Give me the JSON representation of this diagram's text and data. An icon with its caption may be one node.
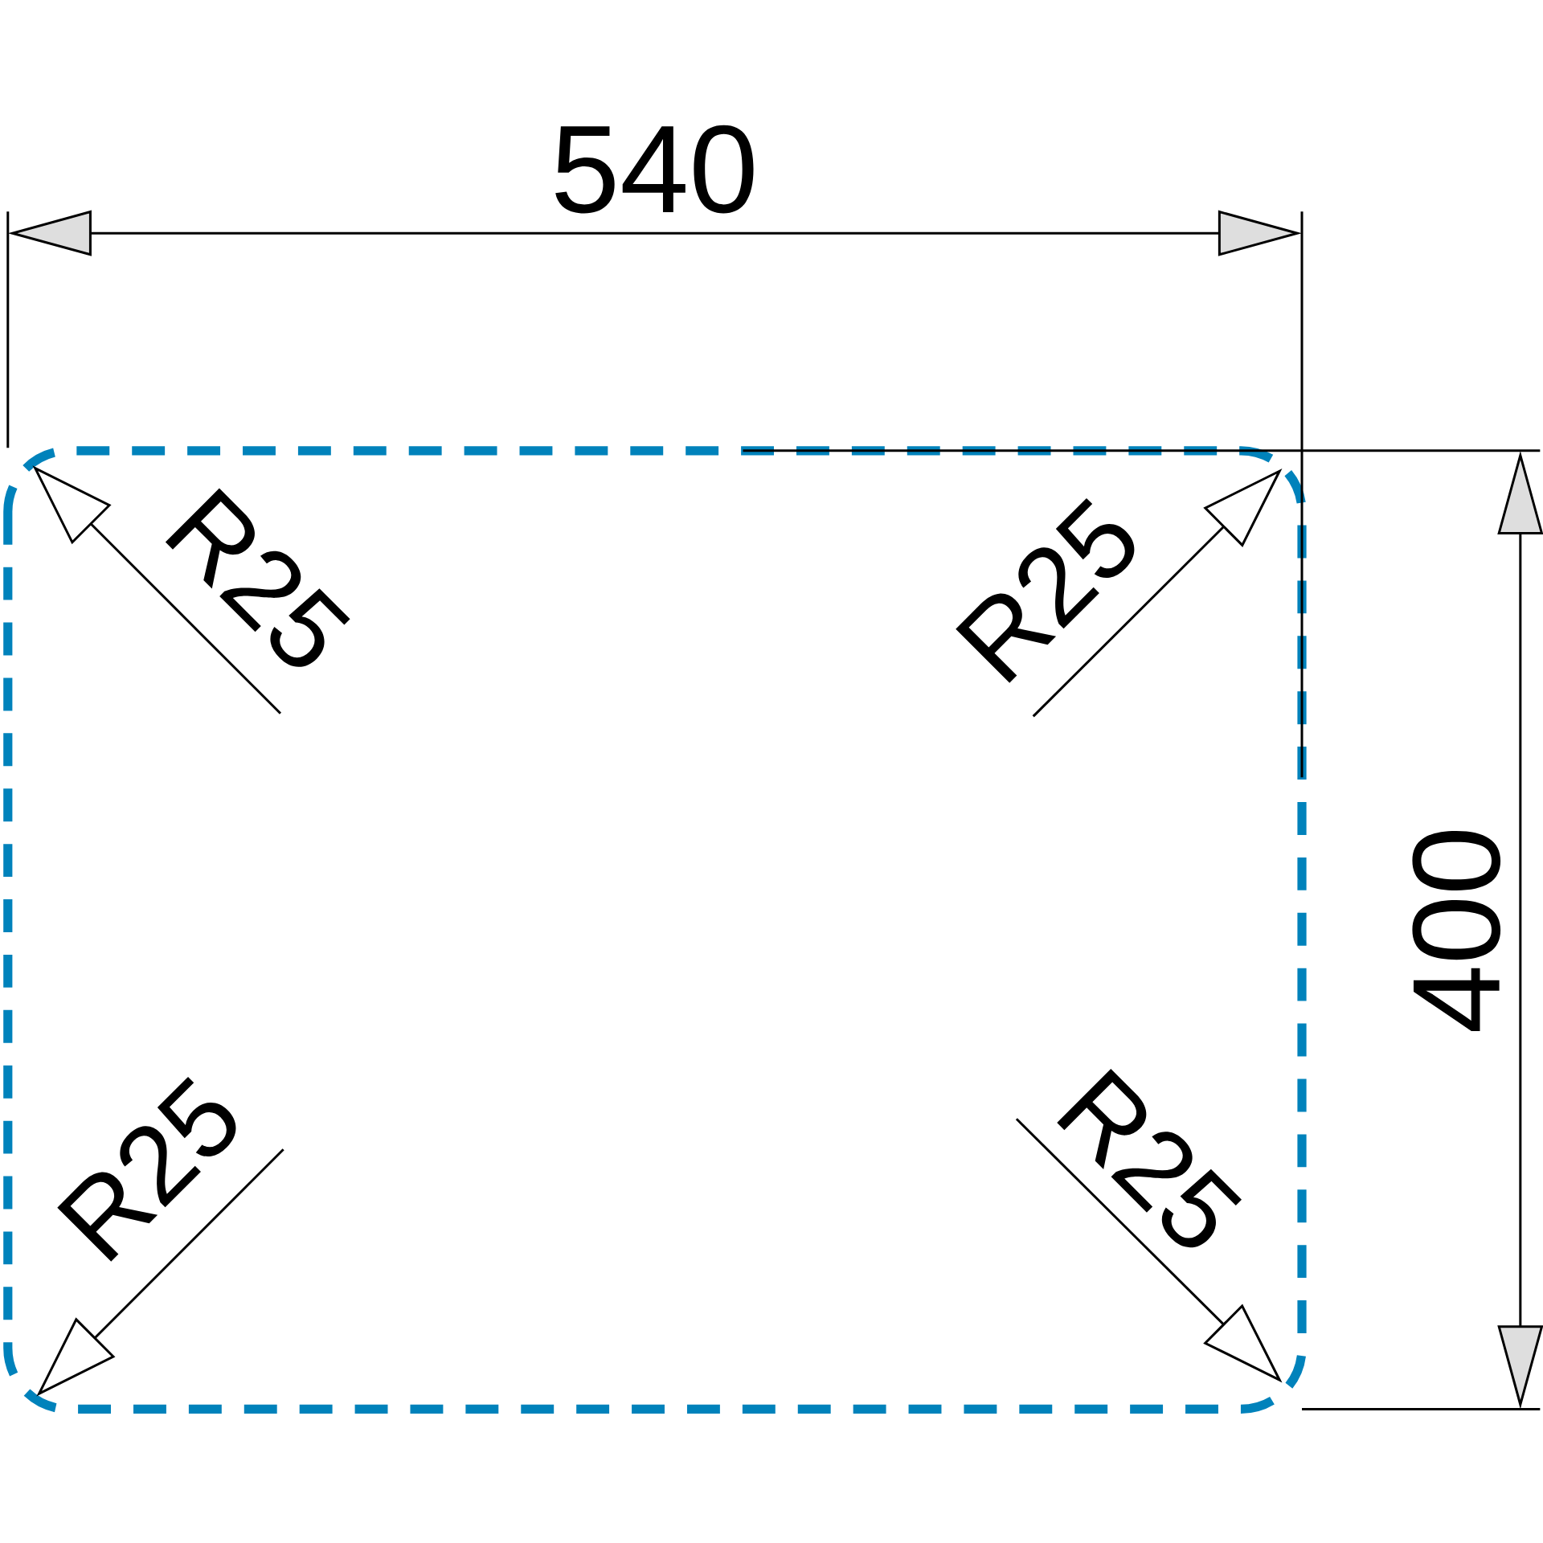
{
  "diagram": {
    "nodes": [
      {
        "text": [
          "R25"
        ]
      },
      {
        "text": [
          "R25"
        ]
      },
      {
        "text": [
          "R25"
        ]
      },
      {
        "text": [
          "R25"
        ]
      }
    ],
    "edges": [
      {
        "from": 0,
        "to": null,
        "arrow": "to"
      },
      {
        "from": 1,
        "to": null,
        "arrow": "to"
      },
      {
        "from": 2,
        "to": null,
        "arrow": "to"
      },
      {
        "from": 3,
        "to": null,
        "arrow": "to"
      }
    ],
    "labels": [
      "540",
      "400"
    ]
  }
}
